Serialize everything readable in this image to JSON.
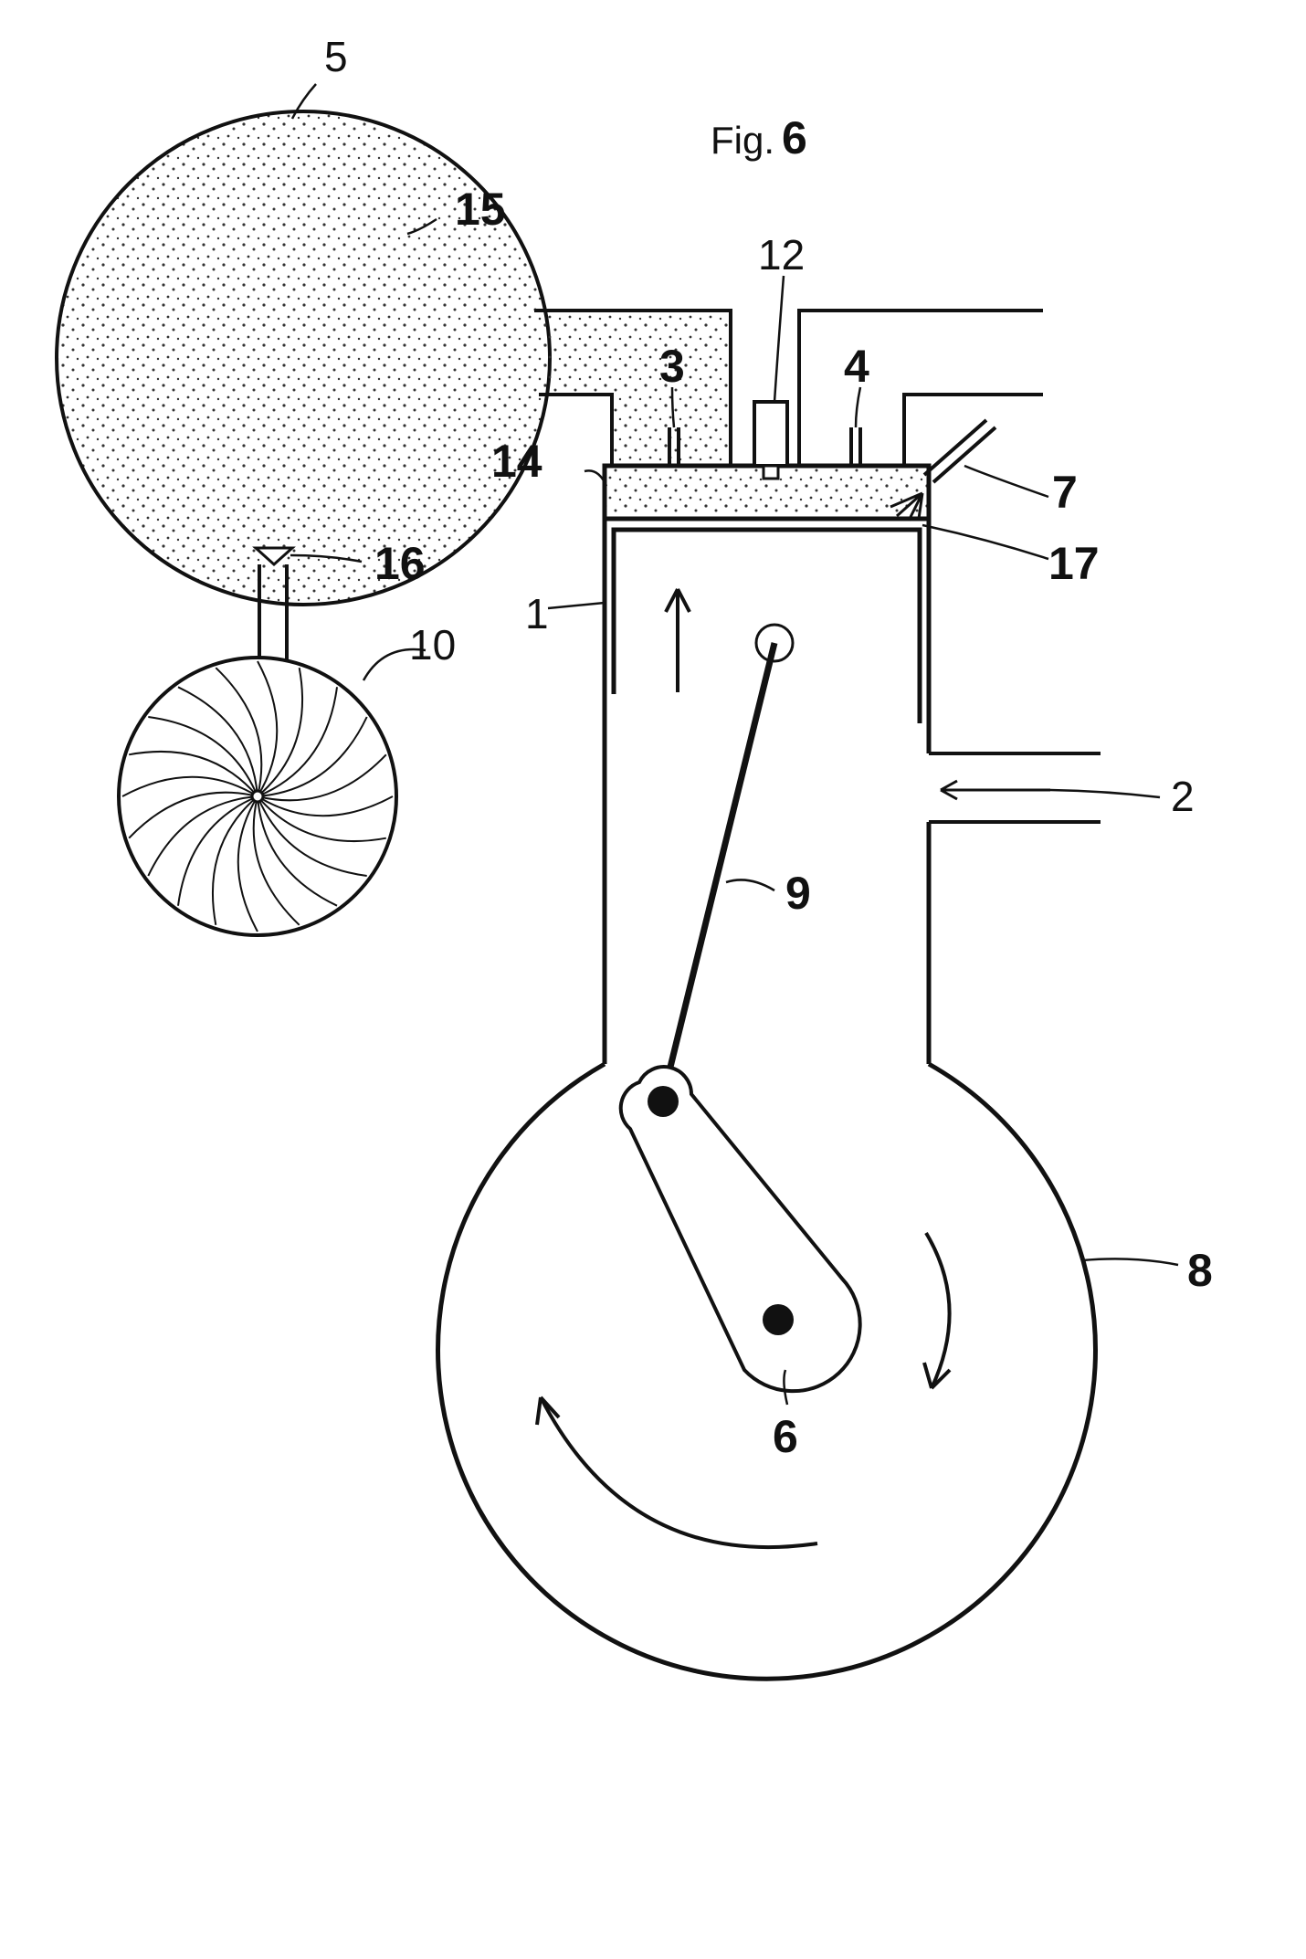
{
  "figure": {
    "title_prefix": "Fig.",
    "title_number": "6"
  },
  "labels": {
    "l1": "1",
    "l2": "2",
    "l3": "3",
    "l4": "4",
    "l5": "5",
    "l6": "6",
    "l7": "7",
    "l8": "8",
    "l9": "9",
    "l10": "10",
    "l12": "12",
    "l14": "14",
    "l15": "15",
    "l16": "16",
    "l17": "17"
  },
  "colors": {
    "line": "#111111",
    "stipple": "#333333",
    "background": "#ffffff"
  }
}
